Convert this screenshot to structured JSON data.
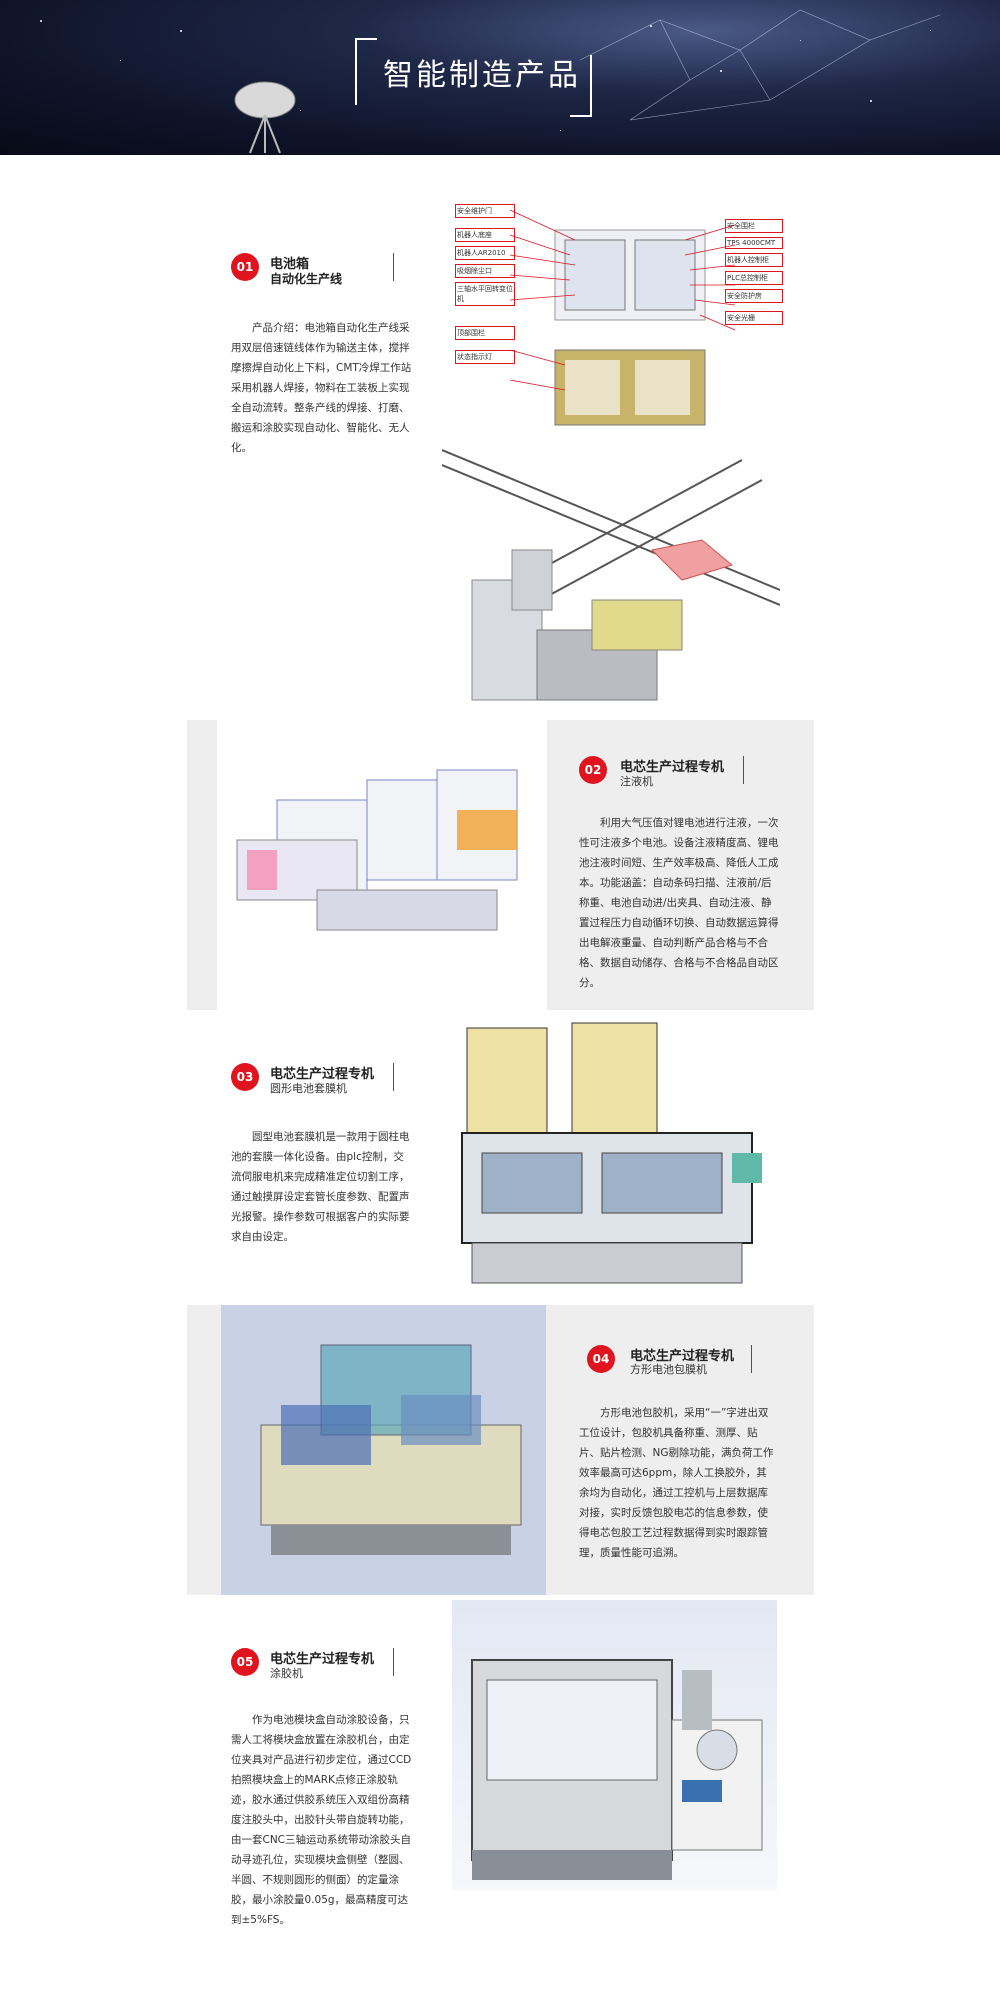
{
  "banner": {
    "title": "智能制造产品"
  },
  "products": [
    {
      "num": "01",
      "title": "电池箱",
      "subtitle": "自动化生产线",
      "desc": "产品介绍：电池箱自动化生产线采用双层倍速链线体作为输送主体，搅拌摩擦焊自动化上下料，CMT冷焊工作站采用机器人焊接，物料在工装板上实现全自动流转。整条产线的焊接、打磨、搬运和涂胶实现自动化、智能化、无人化。"
    },
    {
      "num": "02",
      "title": "电芯生产过程专机",
      "subtitle": "注液机",
      "desc": "利用大气压值对锂电池进行注液，一次性可注液多个电池。设备注液精度高、锂电池注液时间短、生产效率极高、降低人工成本。",
      "desc2": "功能涵盖：自动条码扫描、注液前/后称重、电池自动进/出夹具、自动注液、静置过程压力自动循环切换、自动数据运算得出电解液重量、自动判断产品合格与不合格、数据自动储存、合格与不合格品自动区分。"
    },
    {
      "num": "03",
      "title": "电芯生产过程专机",
      "subtitle": "圆形电池套膜机",
      "desc": "圆型电池套膜机是一款用于圆柱电池的套膜一体化设备。由plc控制，交流伺服电机来完成精准定位切割工序，通过触摸屏设定套管长度参数、配置声光报警。操作参数可根据客户的实际要求自由设定。"
    },
    {
      "num": "04",
      "title": "电芯生产过程专机",
      "subtitle": "方形电池包膜机",
      "desc": "方形电池包胶机，采用“一”字进出双工位设计，包胶机具备称重、测厚、贴片、贴片检测、NG剔除功能，满负荷工作效率最高可达6ppm，除人工换胶外，其余均为自动化，通过工控机与上层数据库对接，实时反馈包胶电芯的信息参数，使得电芯包胶工艺过程数据得到实时跟踪管理，质量性能可追溯。"
    },
    {
      "num": "05",
      "title": "电芯生产过程专机",
      "subtitle": "涂胶机",
      "desc": "作为电池模块盒自动涂胶设备，只需人工将模块盒放置在涂胶机台，由定位夹具对产品进行初步定位，通过CCD拍照模块盒上的MARK点修正涂胶轨迹，胶水通过供胶系统压入双组份高精度注胶头中，出胶针头带自旋转功能，由一套CNC三轴运动系统带动涂胶头自动寻迹孔位，实现模块盒侧壁（整圆、半圆、不规则圆形的侧面）的定量涂胶，最小涂胶量0.05g，最高精度可达到±5%FS。"
    }
  ],
  "diagram_labels": {
    "left": [
      "安全维护门",
      "机器人底座",
      "机器人AR2010",
      "吸烟除尘口",
      "三轴水平回转变位机",
      "顶部围栏",
      "状态指示灯"
    ],
    "right": [
      "安全围栏",
      "TPS 4000CMT",
      "机器人控制柜",
      "PLC总控制柜",
      "安全防护房",
      "安全光栅"
    ]
  }
}
